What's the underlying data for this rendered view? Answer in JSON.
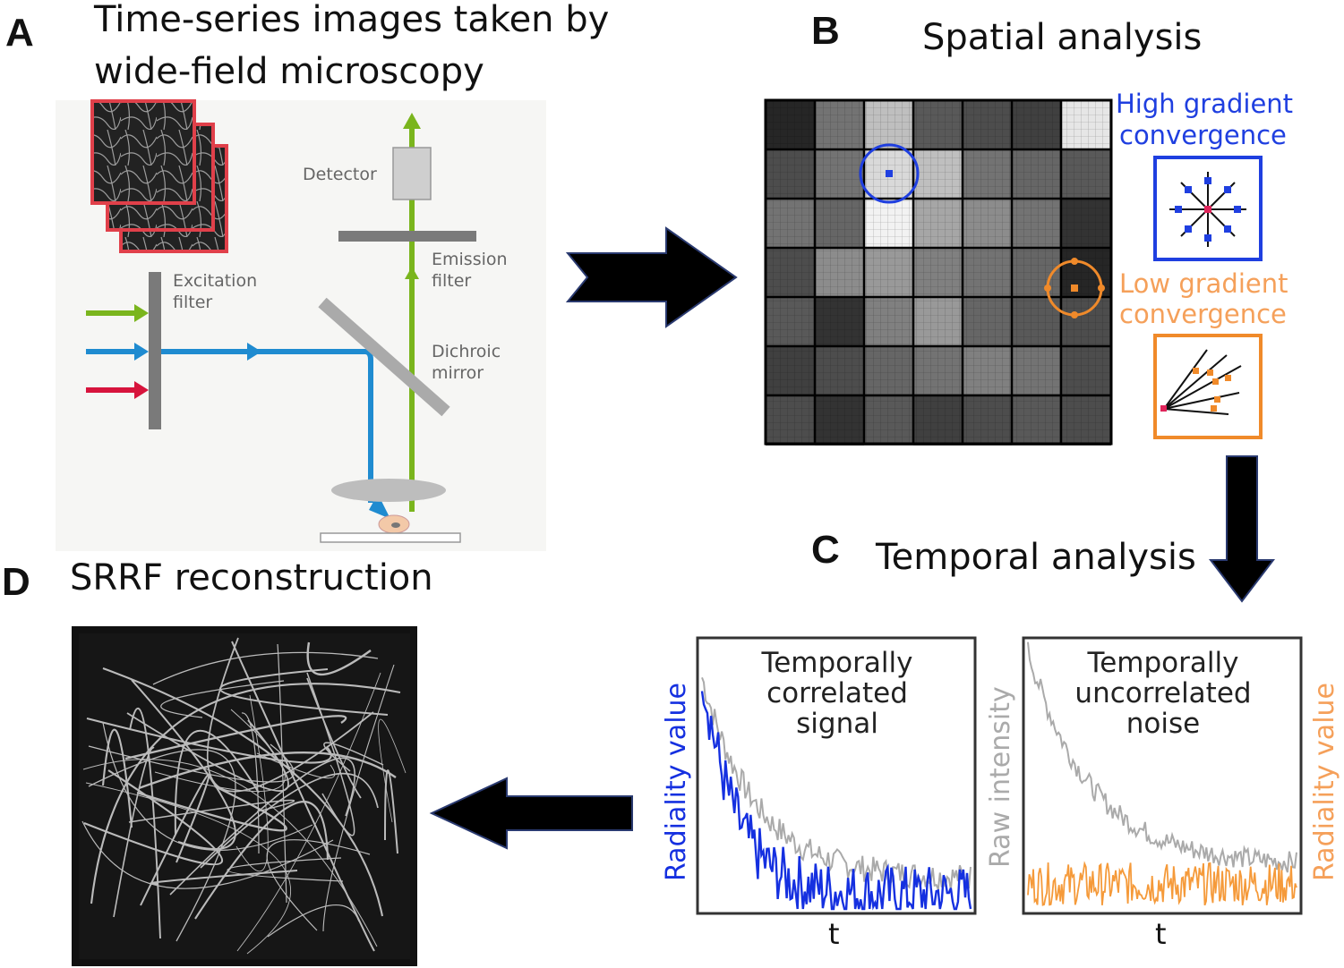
{
  "panels": {
    "A": {
      "letter": "A",
      "title_line1": "Time-series images taken by",
      "title_line2": "wide-field  microscopy",
      "labels": {
        "detector": "Detector",
        "emission_line1": "Emission",
        "emission_line2": "filter",
        "excitation_line1": "Excitation",
        "excitation_line2": "filter",
        "dichroic_line1": "Dichroic",
        "dichroic_line2": "mirror"
      }
    },
    "B": {
      "letter": "B",
      "title": "Spatial  analysis",
      "high_line1": "High gradient",
      "high_line2": "convergence",
      "low_line1": "Low gradient",
      "low_line2": "convergence"
    },
    "C": {
      "letter": "C",
      "title": "Temporal analysis",
      "left_plot": {
        "title_line1": "Temporally",
        "title_line2": "correlated",
        "title_line3": "signal",
        "ylabel": "Radiality value",
        "xlabel": "t"
      },
      "mid_ylabel": "Raw intensity",
      "right_plot": {
        "title_line1": "Temporally",
        "title_line2": "uncorrelated",
        "title_line3": "noise",
        "ylabel": "Radiality value",
        "xlabel": "t"
      }
    },
    "D": {
      "letter": "D",
      "title": "SRRF reconstruction"
    }
  },
  "colors": {
    "green": "#7ab51d",
    "blue": "#1f8bd0",
    "red": "#d7143c",
    "frame_red": "#e0404a",
    "high_blue": "#1f3fe0",
    "low_orange": "#f08a2a",
    "signal_blue": "#1530e0",
    "noise_orange": "#f59a3a",
    "raw_gray": "#aaaaaa"
  }
}
